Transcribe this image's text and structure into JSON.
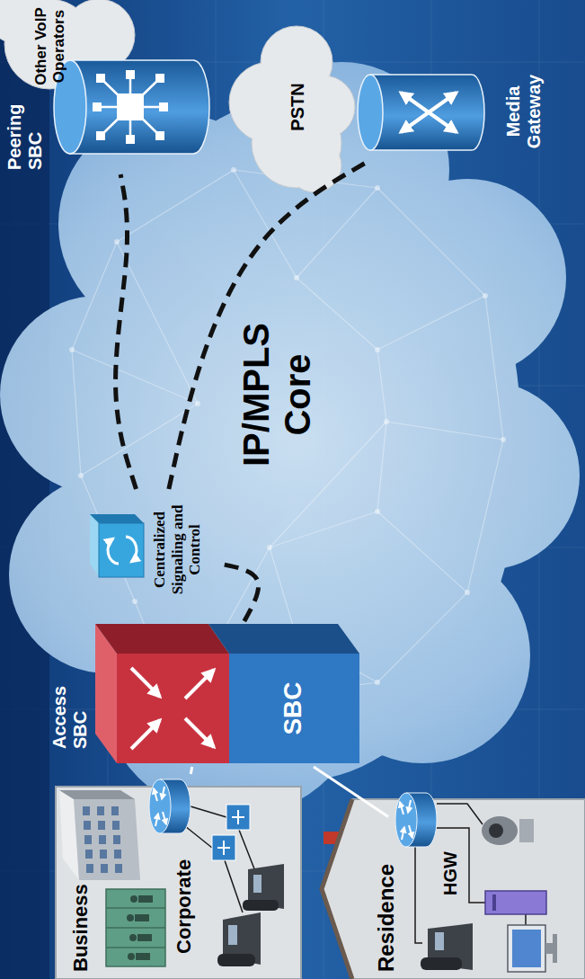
{
  "diagram": {
    "nodes": [
      {
        "text": [
          "Business"
        ]
      },
      {
        "text": [
          "Corporate"
        ],
        "in": 0
      },
      {
        "text": [
          "Residence"
        ]
      },
      {
        "text": [
          "HGW"
        ],
        "in": 2
      },
      {
        "text": [
          "Access SBC",
          "SBC"
        ]
      },
      {
        "text": [
          "Centralized Signaling and Control"
        ]
      },
      {
        "text": [
          "Peering SBC"
        ]
      },
      {
        "text": [
          "Other VoIP Operators"
        ]
      },
      {
        "text": [
          "Media Gateway"
        ]
      },
      {
        "text": [
          "PSTN"
        ]
      }
    ],
    "edges": [
      {
        "from": 1,
        "to": 4,
        "arrow": "none"
      },
      {
        "from": 3,
        "to": 4,
        "arrow": "none"
      },
      {
        "from": 4,
        "to": 5,
        "arrow": "none"
      },
      {
        "from": 5,
        "to": 6,
        "arrow": "none"
      },
      {
        "from": 5,
        "to": 8,
        "arrow": "none"
      }
    ],
    "labels": [
      "IP/MPLS Core"
    ]
  }
}
